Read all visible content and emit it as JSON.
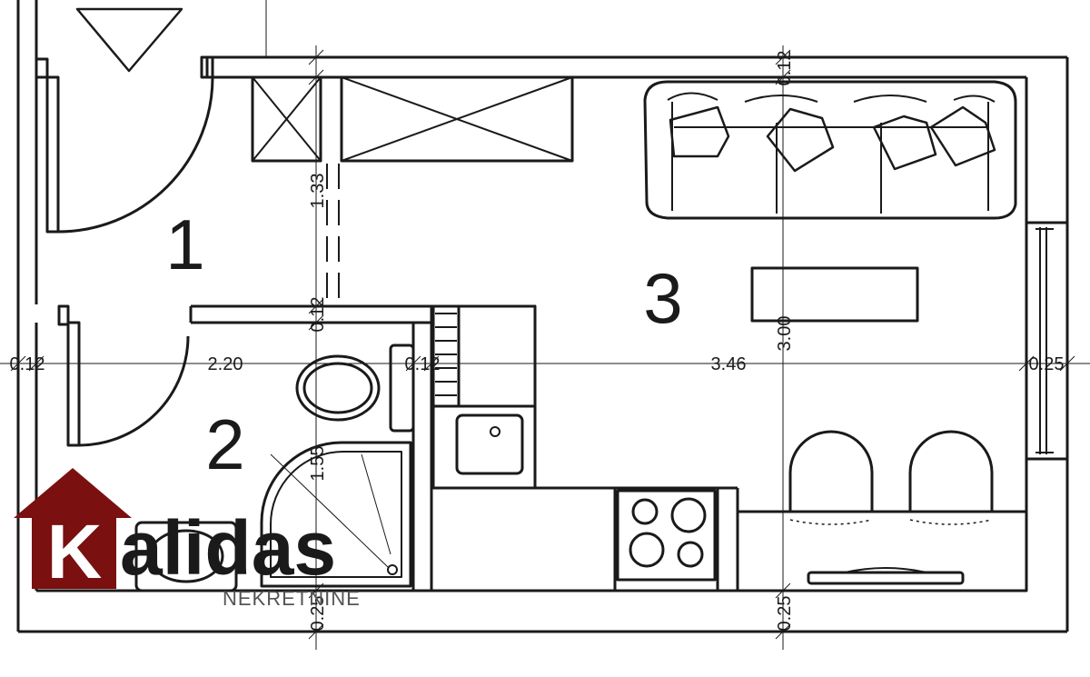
{
  "rooms": [
    {
      "label": "1"
    },
    {
      "label": "2"
    },
    {
      "label": "3"
    }
  ],
  "dimensions": {
    "left_wall": "0.12",
    "hall_width": "2.20",
    "partition": "0.12",
    "living_width": "3.46",
    "right_wall": "0.25",
    "top_wall": "0.12",
    "hall_depth": "1.33",
    "mid_wall": "0.12",
    "bath_depth": "1.55",
    "bottom_wall_left": "0.25",
    "living_depth": "3.00",
    "bottom_wall_right": "0.25"
  },
  "logo": {
    "first_letter": "K",
    "rest": "alidas",
    "tagline": "NEKRETNINE",
    "colors": {
      "house": "#7a1010",
      "text": "#1a1a1a",
      "tagline": "#555555"
    }
  },
  "colors": {
    "line": "#1a1a1a",
    "background": "#ffffff"
  }
}
